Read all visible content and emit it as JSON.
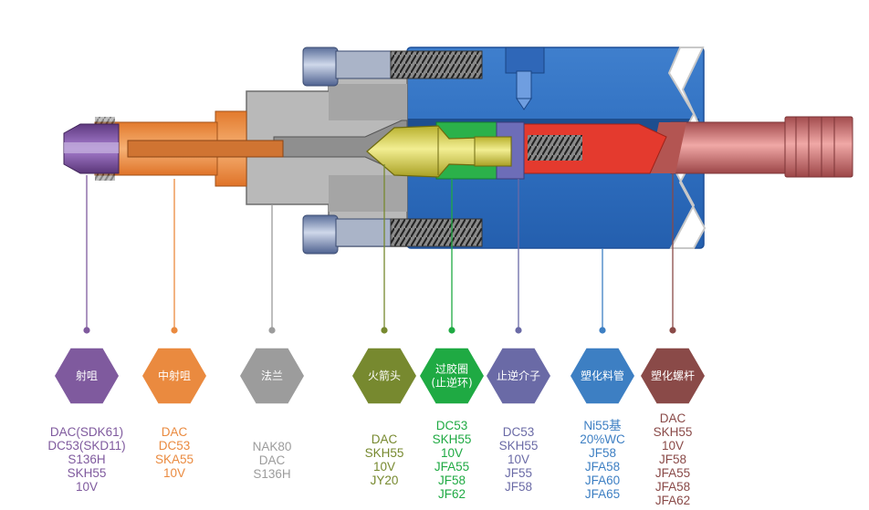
{
  "parts": [
    {
      "id": "nozzle-tip",
      "label": [
        "射咀"
      ],
      "color": "#7f5a9e",
      "materials": [
        "DAC(SDK61)",
        "DC53(SKD11)",
        "S136H",
        "SKH55",
        "10V"
      ]
    },
    {
      "id": "middle-nozzle",
      "label": [
        "中射咀"
      ],
      "color": "#ea8a3f",
      "materials": [
        "DAC",
        "DC53",
        "SKA55",
        "10V"
      ]
    },
    {
      "id": "flange",
      "label": [
        "法兰"
      ],
      "color": "#9c9c9c",
      "materials": [
        "NAK80",
        "DAC",
        "S136H"
      ]
    },
    {
      "id": "rocket-head",
      "label": [
        "火箭头"
      ],
      "color": "#77892f",
      "materials": [
        "DAC",
        "SKH55",
        "10V",
        "JY20"
      ]
    },
    {
      "id": "check-ring",
      "label": [
        "过胶圈",
        "(止逆环)"
      ],
      "color": "#1faa43",
      "materials": [
        "DC53",
        "SKH55",
        "10V",
        "JFA55",
        "JF58",
        "JF62"
      ]
    },
    {
      "id": "check-seat",
      "label": [
        "止逆介子"
      ],
      "color": "#6a6aa6",
      "materials": [
        "DC53",
        "SKH55",
        "10V",
        "JF55",
        "JF58"
      ]
    },
    {
      "id": "barrel",
      "label": [
        "塑化料管"
      ],
      "color": "#3d7fc3",
      "materials": [
        "Ni55基",
        "20%WC",
        "JF58",
        "JFA58",
        "JFA60",
        "JFA65"
      ]
    },
    {
      "id": "screw",
      "label": [
        "塑化螺杆"
      ],
      "color": "#8a4a48",
      "materials": [
        "DAC",
        "SKH55",
        "10V",
        "JF58",
        "JFA55",
        "JFA58",
        "JFA62"
      ]
    }
  ]
}
